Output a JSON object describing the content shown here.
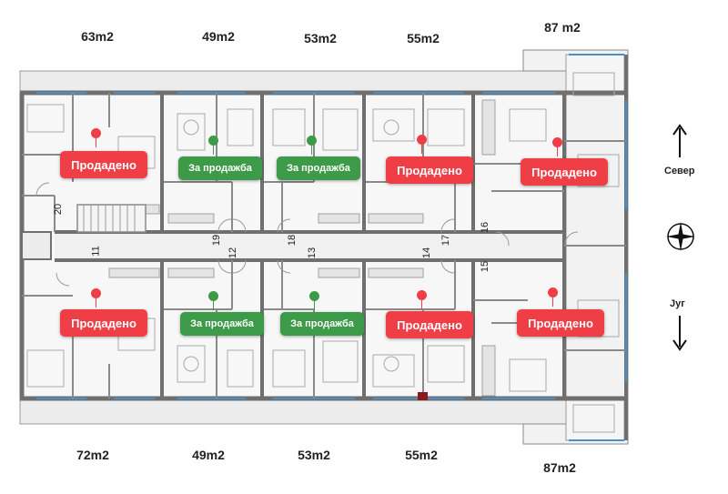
{
  "areas_top": [
    "63m2",
    "49m2",
    "53m2",
    "55m2",
    "87 m2"
  ],
  "areas_bottom": [
    "72m2",
    "49m2",
    "53m2",
    "55m2",
    "87m2"
  ],
  "status_labels": {
    "sold": "Продадено",
    "for_sale": "За продажба"
  },
  "apartments_top": [
    "Продадено",
    "За продажба",
    "За продажба",
    "Продадено",
    "Продадено"
  ],
  "apartments_bottom": [
    "Продадено",
    "За продажба",
    "За продажба",
    "Продадено",
    "Продадено"
  ],
  "room_numbers": [
    "20",
    "11",
    "19",
    "12",
    "18",
    "13",
    "14",
    "17",
    "16",
    "15"
  ],
  "compass": {
    "north": "Север",
    "south": "Југ"
  },
  "colors": {
    "sold": "#ef3e46",
    "for_sale": "#3d9a48",
    "wall": "#7a7a7a",
    "window": "#4a90c8"
  }
}
